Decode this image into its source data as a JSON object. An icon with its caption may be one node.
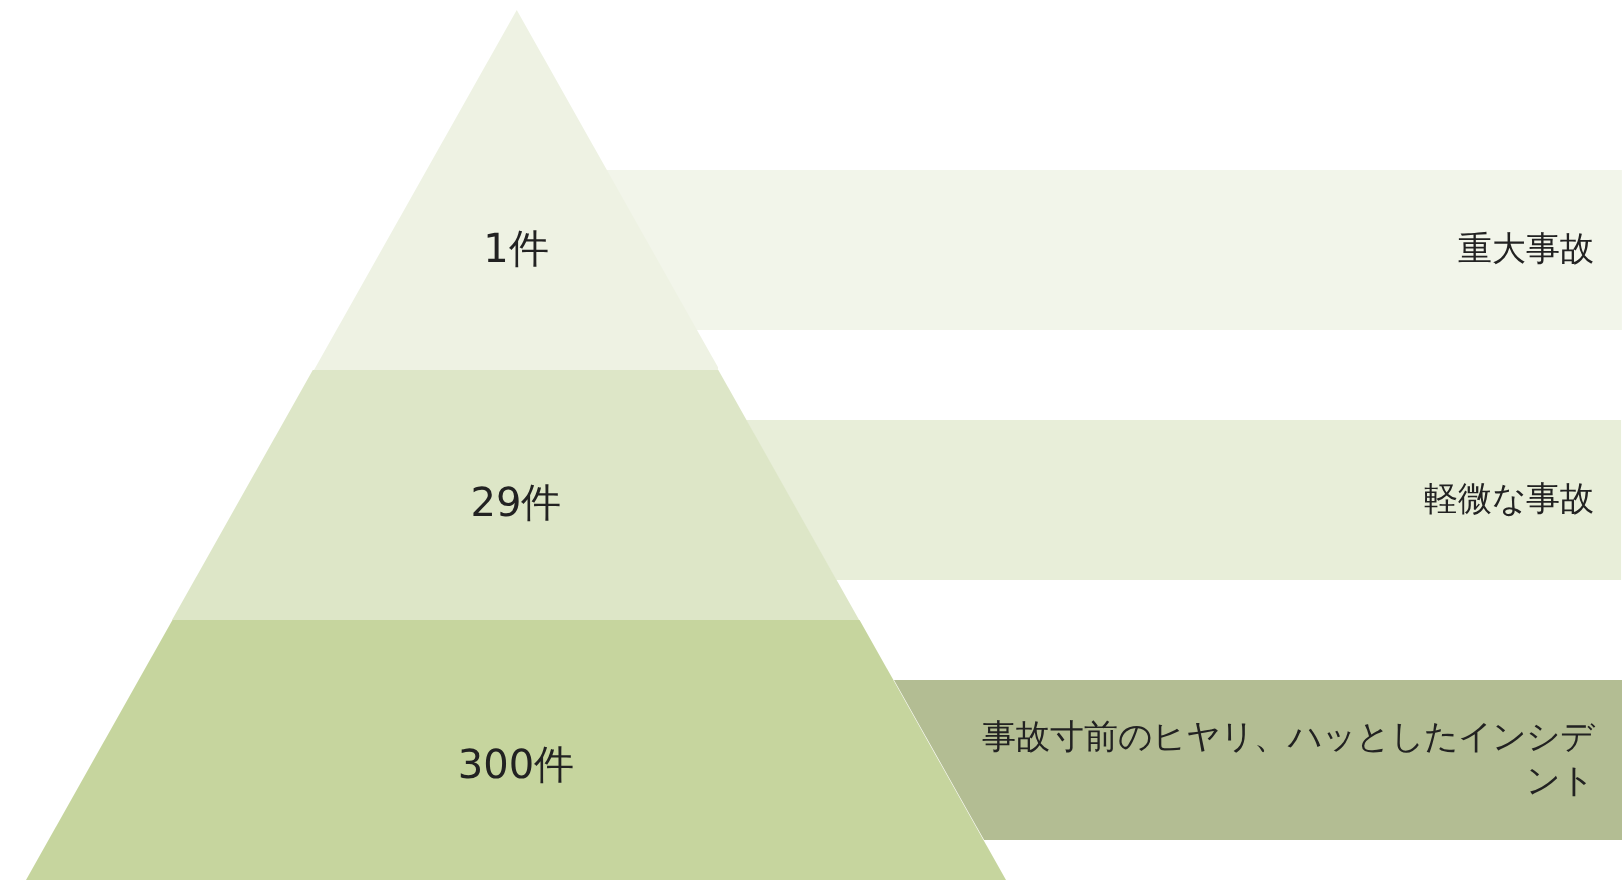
{
  "diagram": {
    "nodes": [
      {
        "text": [
          "1件"
        ]
      },
      {
        "text": [
          "重大事故"
        ]
      },
      {
        "text": [
          "29件"
        ]
      },
      {
        "text": [
          "軽微な事故"
        ]
      },
      {
        "text": [
          "300件"
        ]
      },
      {
        "text": [
          "事故寸前のヒヤリ、ハッとしたインシデント"
        ]
      }
    ]
  }
}
